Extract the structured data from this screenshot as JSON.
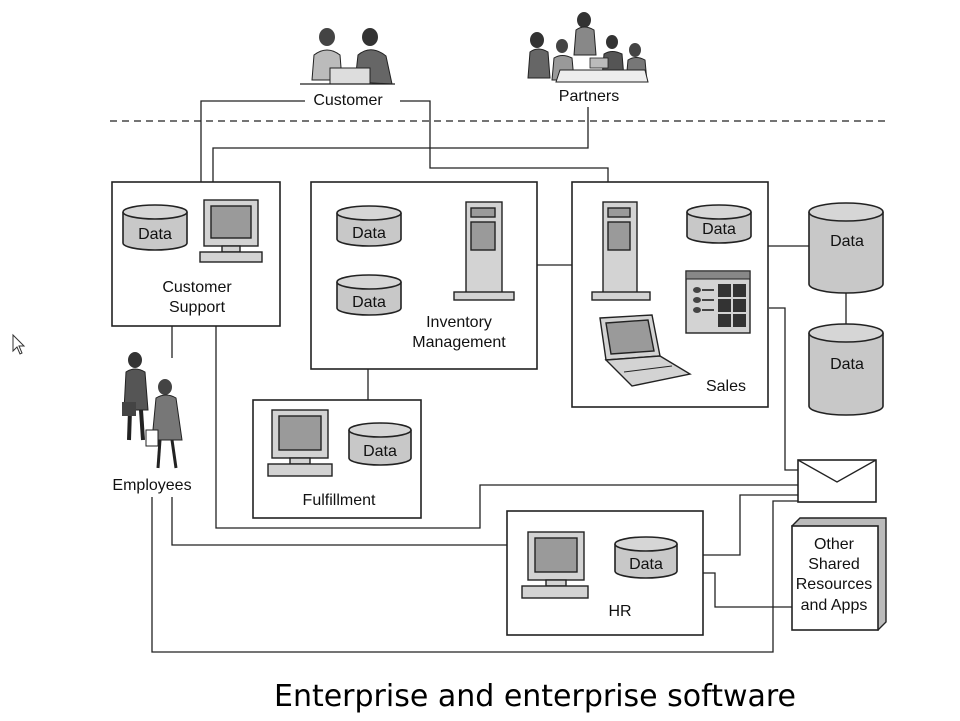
{
  "labels": {
    "customer": "Customer",
    "partners": "Partners",
    "customer_support_1": "Customer",
    "customer_support_2": "Support",
    "inventory_1": "Inventory",
    "inventory_2": "Management",
    "sales": "Sales",
    "fulfillment": "Fulfillment",
    "employees": "Employees",
    "hr": "HR",
    "other_1": "Other",
    "other_2": "Shared",
    "other_3": "Resources",
    "other_4": "and Apps",
    "data": "Data"
  },
  "caption": "Enterprise and enterprise software",
  "icons": [
    "people-meeting-icon",
    "partners-meeting-icon",
    "employees-icon",
    "desktop-computer-icon",
    "server-tower-icon",
    "laptop-icon",
    "window-app-icon",
    "envelope-icon",
    "database-icon",
    "cursor-icon"
  ]
}
